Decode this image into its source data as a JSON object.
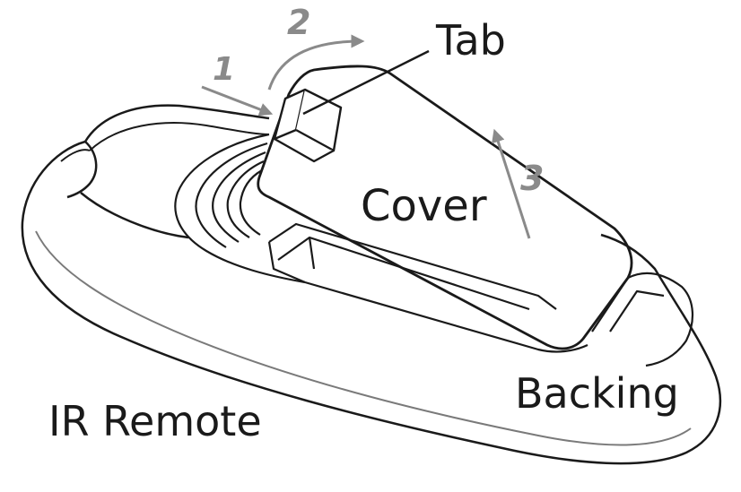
{
  "labels": {
    "tab": "Tab",
    "cover": "Cover",
    "backing": "Backing",
    "remote": "IR Remote"
  },
  "steps": [
    "1",
    "2",
    "3"
  ],
  "colors": {
    "outline": "#1a1a1a",
    "arrow": "#8a8a8a",
    "background": "#ffffff"
  }
}
